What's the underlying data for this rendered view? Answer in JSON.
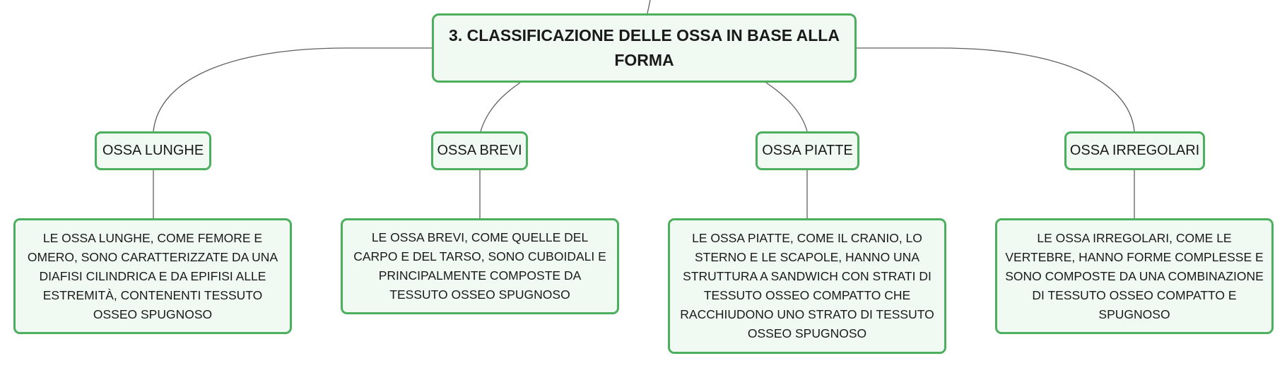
{
  "root": {
    "title": "3. CLASSIFICAZIONE DELLE OSSA IN BASE ALLA FORMA"
  },
  "branches": [
    {
      "label": "OSSA LUNGHE",
      "description": "LE OSSA LUNGHE, COME FEMORE E OMERO, SONO CARATTERIZZATE DA UNA DIAFISI CILINDRICA E DA EPIFISI ALLE ESTREMITÀ, CONTENENTI TESSUTO OSSEO SPUGNOSO"
    },
    {
      "label": "OSSA BREVI",
      "description": "LE OSSA BREVI, COME QUELLE DEL CARPO E DEL TARSO, SONO CUBOIDALI E PRINCIPALMENTE COMPOSTE DA TESSUTO OSSEO SPUGNOSO"
    },
    {
      "label": "OSSA PIATTE",
      "description": "LE OSSA PIATTE, COME IL CRANIO, LO STERNO E LE SCAPOLE, HANNO UNA STRUTTURA A SANDWICH CON STRATI DI TESSUTO OSSEO COMPATTO CHE RACCHIUDONO UNO STRATO DI TESSUTO OSSEO SPUGNOSO"
    },
    {
      "label": "OSSA IRREGOLARI",
      "description": "LE OSSA IRREGOLARI, COME LE VERTEBRE, HANNO FORME COMPLESSE E SONO COMPOSTE DA UNA COMBINAZIONE DI TESSUTO OSSEO COMPATTO E SPUGNOSO"
    }
  ],
  "colors": {
    "node_border": "#4caf5e",
    "node_fill": "#f1f9f3",
    "connector": "#5f5f5f"
  }
}
